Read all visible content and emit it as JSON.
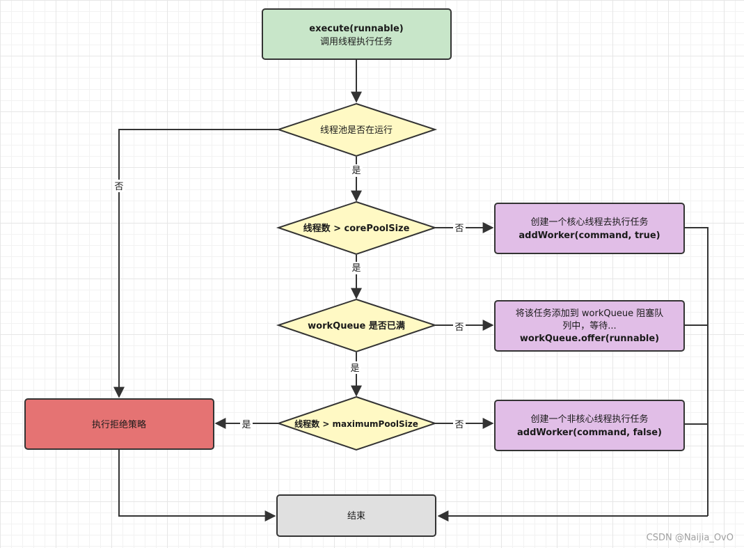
{
  "nodes": {
    "start": {
      "line1": "execute(runnable)",
      "line2": "调用线程执行任务",
      "fill": "#c8e6c9"
    },
    "is_running": {
      "label": "线程池是否在运行",
      "fill": "#fff9c4"
    },
    "core_check": {
      "label": "线程数 > corePoolSize",
      "fill": "#fff9c4"
    },
    "queue_check": {
      "label": "workQueue 是否已满",
      "fill": "#fff9c4"
    },
    "max_check": {
      "label": "线程数 > maximumPoolSize",
      "fill": "#fff9c4"
    },
    "add_core": {
      "line1": "创建一个核心线程去执行任务",
      "line2": "addWorker(command, true)",
      "fill": "#e1bee7"
    },
    "enqueue": {
      "line1": "将该任务添加到 workQueue 阻塞队",
      "line2": "列中，等待...",
      "line3": "workQueue.offer(runnable)",
      "fill": "#e1bee7"
    },
    "add_noncore": {
      "line1": "创建一个非核心线程执行任务",
      "line2": "addWorker(command, false)",
      "fill": "#e1bee7"
    },
    "reject": {
      "label": "执行拒绝策略",
      "fill": "#e57373"
    },
    "end": {
      "label": "结束",
      "fill": "#e0e0e0"
    }
  },
  "edge_labels": {
    "no_running": "否",
    "yes_running": "是",
    "no_core": "否",
    "yes_core": "是",
    "no_queue": "否",
    "yes_queue": "是",
    "yes_max": "是",
    "no_max": "否"
  },
  "watermark": "CSDN @Naijia_OvO",
  "colors": {
    "stroke": "#333333",
    "arrow": "#333333"
  }
}
